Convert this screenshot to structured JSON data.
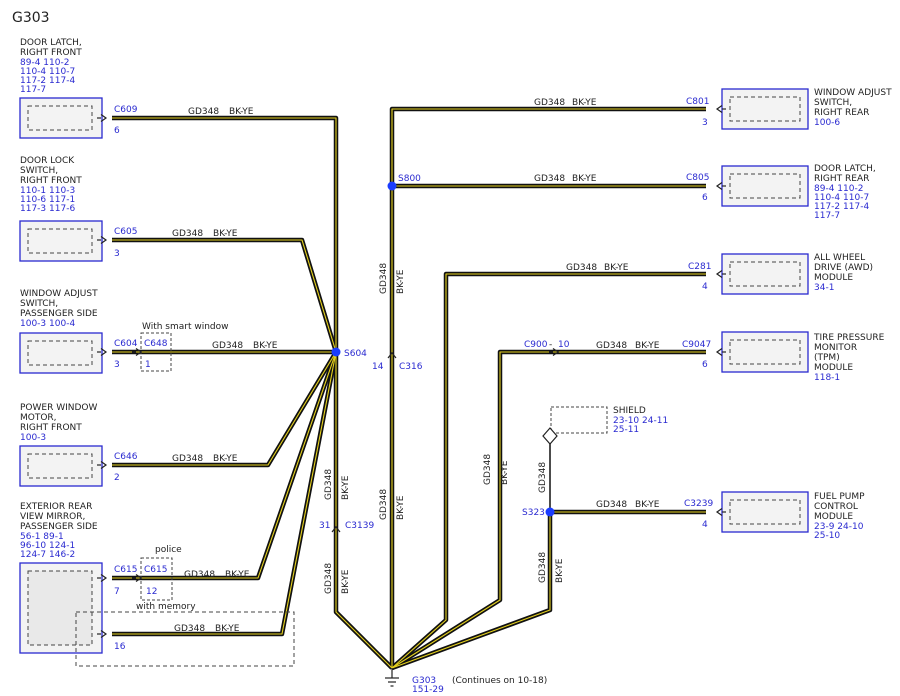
{
  "title": "G303",
  "wire": {
    "circuit": "GD348",
    "color": "BK-YE"
  },
  "components": {
    "door_latch_rf": {
      "name": [
        "DOOR LATCH,",
        "RIGHT FRONT"
      ],
      "refs": [
        "89-4   110-2",
        "110-4  110-7",
        "117-2  117-4",
        "117-7"
      ],
      "connector": "C609",
      "pin": "6"
    },
    "door_lock_switch_rf": {
      "name": [
        "DOOR LOCK",
        "SWITCH,",
        "RIGHT FRONT"
      ],
      "refs": [
        "110-1  110-3",
        "110-6  117-1",
        "117-3  117-6"
      ],
      "connector": "C605",
      "pin": "3"
    },
    "window_adjust_ps": {
      "name": [
        "WINDOW ADJUST",
        "SWITCH,",
        "PASSENGER SIDE"
      ],
      "refs": [
        "100-3  100-4"
      ],
      "connector": "C604",
      "pin": "3",
      "inline_connector": "C648",
      "inline_pin": "1",
      "option": "With smart window"
    },
    "power_window_motor_rf": {
      "name": [
        "POWER WINDOW",
        "MOTOR,",
        "RIGHT FRONT"
      ],
      "refs": [
        "100-3"
      ],
      "connector": "C646",
      "pin": "2"
    },
    "ext_mirror_ps": {
      "name": [
        "EXTERIOR REAR",
        "VIEW MIRROR,",
        "PASSENGER SIDE"
      ],
      "refs": [
        "56-1   89-1",
        "96-10  124-1",
        "124-7  146-2"
      ],
      "connector": "C615",
      "pin": "7",
      "inline_connector": "C615",
      "inline_pin": "12",
      "option_police": "police",
      "option_memory": "with memory",
      "memory_pin": "16"
    },
    "window_adjust_rr": {
      "name": [
        "WINDOW ADJUST",
        "SWITCH,",
        "RIGHT REAR"
      ],
      "refs": [
        "100-6"
      ],
      "connector": "C801",
      "pin": "3"
    },
    "door_latch_rr": {
      "name": [
        "DOOR LATCH,",
        "RIGHT REAR"
      ],
      "refs": [
        "89-4   110-2",
        "110-4  110-7",
        "117-2  117-4",
        "117-7"
      ],
      "connector": "C805",
      "pin": "6"
    },
    "awd_module": {
      "name": [
        "ALL WHEEL",
        "DRIVE (AWD)",
        "MODULE"
      ],
      "refs": [
        "34-1"
      ],
      "connector": "C281",
      "pin": "4"
    },
    "tpm_module": {
      "name": [
        "TIRE PRESSURE",
        "MONITOR",
        "(TPM)",
        "MODULE"
      ],
      "refs": [
        "118-1"
      ],
      "connector": "C9047",
      "pin": "6",
      "inline_connector": "C900",
      "inline_pin": "10"
    },
    "fuel_pump_module": {
      "name": [
        "FUEL PUMP",
        "CONTROL",
        "MODULE"
      ],
      "refs": [
        "23-9   24-10",
        "25-10"
      ],
      "connector": "C3239",
      "pin": "4"
    }
  },
  "splices": {
    "s604": "S604",
    "s800": "S800",
    "s323": "S323"
  },
  "inline": {
    "c316": {
      "connector": "C316",
      "pin": "14"
    },
    "c3139": {
      "connector": "C3139",
      "pin": "31"
    },
    "c900_dash": "-"
  },
  "shield": {
    "label": "SHIELD",
    "refs": [
      "23-10  24-11",
      "25-11"
    ]
  },
  "ground": {
    "name": "G303",
    "ref": "151-29",
    "note": "(Continues on 10-18)"
  }
}
